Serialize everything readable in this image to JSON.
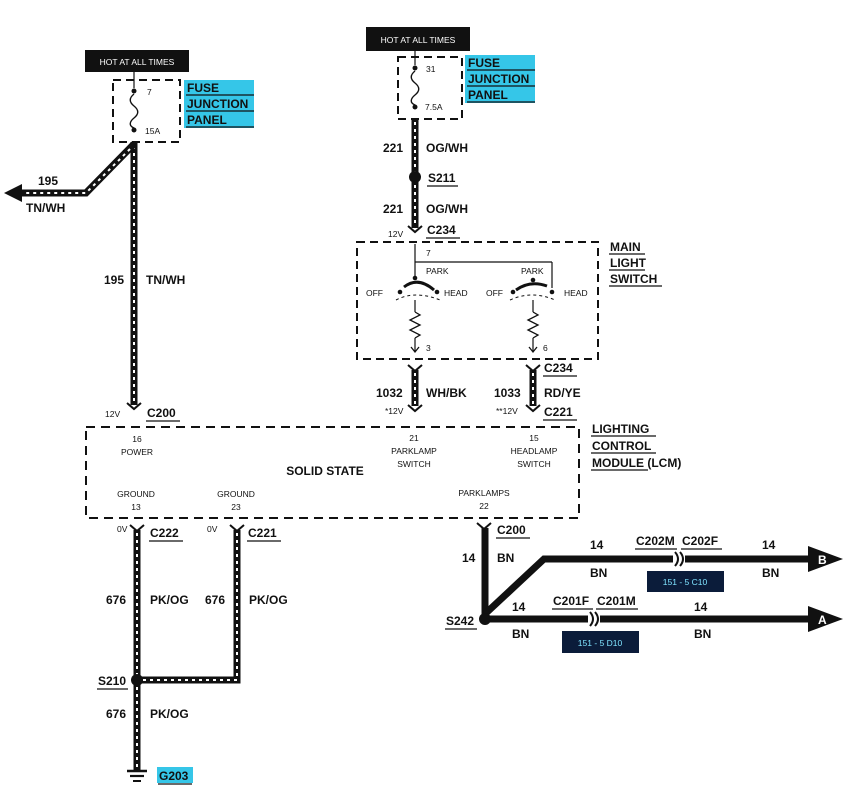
{
  "left_feed": {
    "hot_label": "HOT AT ALL TIMES",
    "fuse_number": "7",
    "fuse_rating": "15A",
    "fuse_panel": [
      "FUSE",
      "JUNCTION",
      "PANEL"
    ],
    "branch_circuit": "195",
    "branch_color": "TN/WH",
    "circuit": "195",
    "color": "TN/WH",
    "voltage": "12V",
    "connector": "C200"
  },
  "right_feed": {
    "hot_label": "HOT AT ALL TIMES",
    "fuse_number": "31",
    "fuse_rating": "7.5A",
    "fuse_panel": [
      "FUSE",
      "JUNCTION",
      "PANEL"
    ],
    "circuit_a": "221",
    "color_a": "OG/WH",
    "splice": "S211",
    "circuit_b": "221",
    "color_b": "OG/WH",
    "voltage": "12V",
    "connector": "C234"
  },
  "main_light_switch": {
    "title": [
      "MAIN",
      "LIGHT",
      "SWITCH"
    ],
    "pin_in": "7",
    "park": "PARK",
    "off": "OFF",
    "head": "HEAD",
    "pin_left": "3",
    "pin_right": "6"
  },
  "switch_outputs": {
    "connector_top": "C234",
    "left_circuit": "1032",
    "left_color": "WH/BK",
    "left_voltage": "*12V",
    "right_circuit": "1033",
    "right_color": "RD/YE",
    "right_voltage": "**12V",
    "connector_bottom": "C221"
  },
  "lcm": {
    "title": [
      "LIGHTING",
      "CONTROL",
      "MODULE (LCM)"
    ],
    "center": "SOLID STATE",
    "pin16": "16",
    "power": "POWER",
    "pin21": "21",
    "parklamp": [
      "PARKLAMP",
      "SWITCH"
    ],
    "pin15": "15",
    "headlamp": [
      "HEADLAMP",
      "SWITCH"
    ],
    "ground": "GROUND",
    "pin13": "13",
    "pin23": "23",
    "parklamps": "PARKLAMPS",
    "pin22": "22"
  },
  "grounds": {
    "v_left": "0V",
    "conn_left": "C222",
    "v_right": "0V",
    "conn_right": "C221",
    "circuit_left": "676",
    "color_left": "PK/OG",
    "circuit_right": "676",
    "color_right": "PK/OG",
    "splice": "S210",
    "circuit_bottom": "676",
    "color_bottom": "PK/OG",
    "ground_point": "G203"
  },
  "parklamp_out": {
    "connector": "C200",
    "circuit": "14",
    "color": "BN",
    "splice": "S242",
    "b_circuit_1": "14",
    "b_color_1": "BN",
    "b_conn_m": "C202M",
    "b_conn_f": "C202F",
    "b_ref": "151 - 5 C10",
    "b_circuit_2": "14",
    "b_color_2": "BN",
    "b_arrow": "B",
    "a_circuit_1": "14",
    "a_color_1": "BN",
    "a_conn_f": "C201F",
    "a_conn_m": "C201M",
    "a_ref": "151 - 5 D10",
    "a_circuit_2": "14",
    "a_color_2": "BN",
    "a_arrow": "A"
  },
  "colors": {
    "highlight": "#35c6e8",
    "reference_box": "#0b1c3a"
  }
}
